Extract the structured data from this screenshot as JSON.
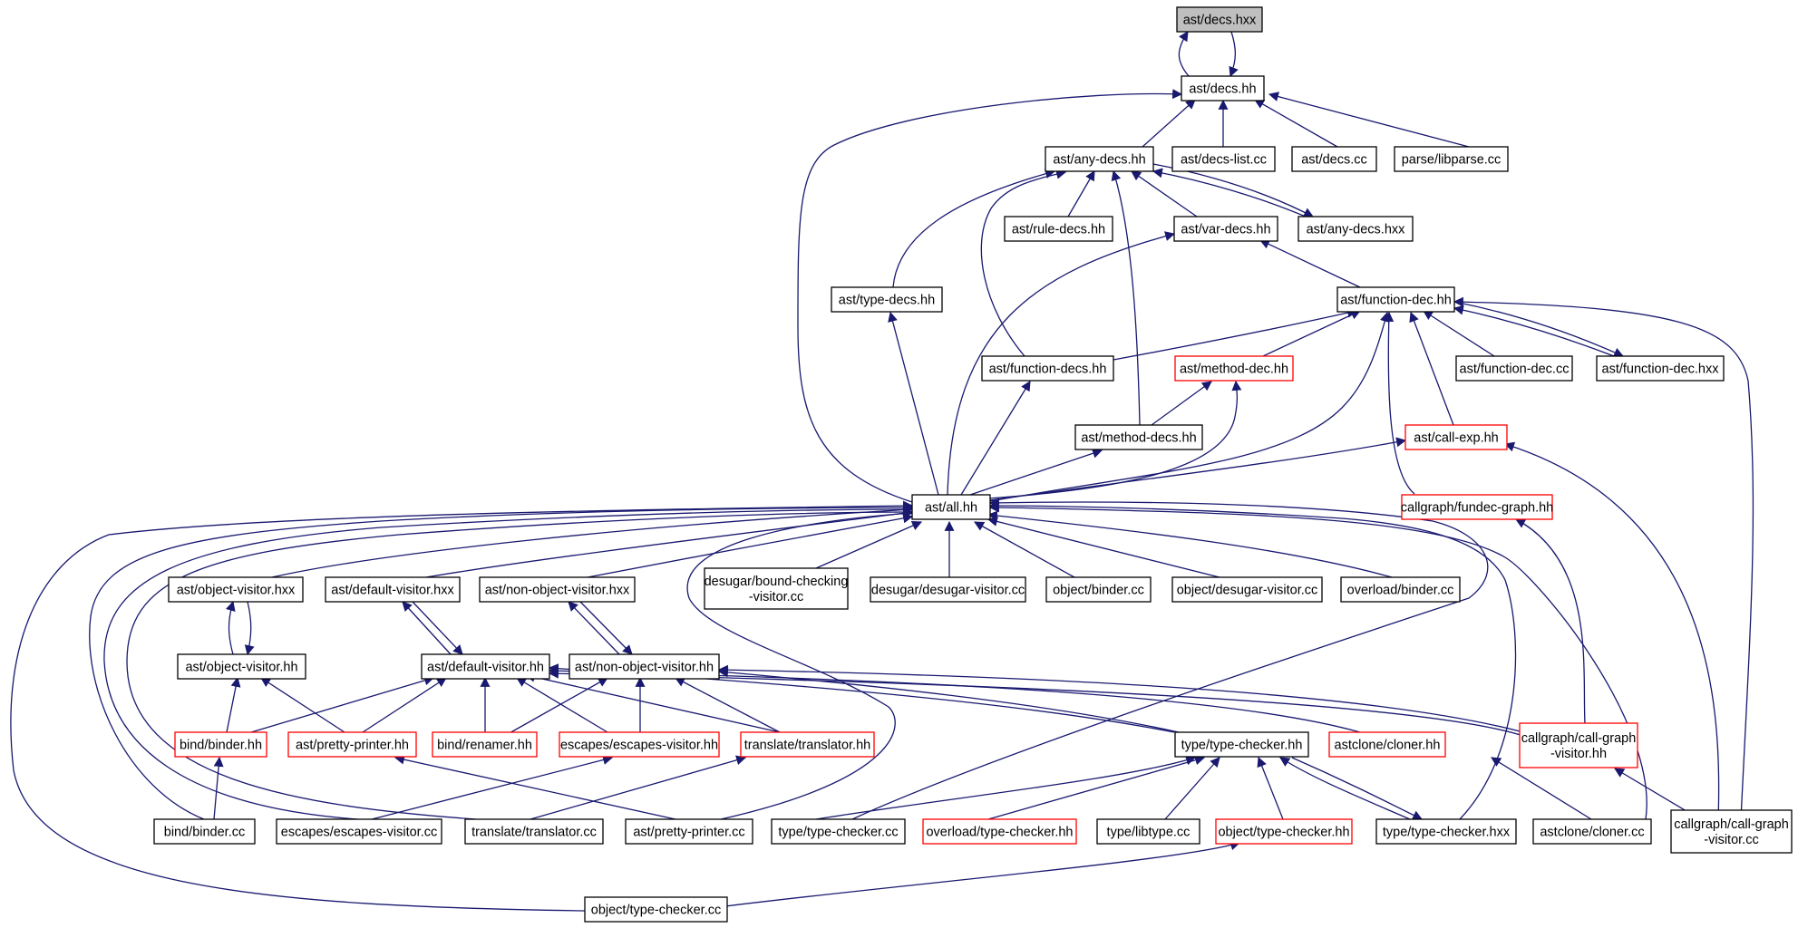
{
  "diagram": {
    "title": "",
    "colors": {
      "edge": "#191970",
      "normal_border": "#000000",
      "incomplete_border": "#ff0000",
      "root_fill": "#bfbfbf"
    },
    "nodes": [
      {
        "id": "n0",
        "label": [
          "ast/decs.hxx"
        ],
        "style": "root"
      },
      {
        "id": "n1",
        "label": [
          "ast/decs.hh"
        ]
      },
      {
        "id": "n2",
        "label": [
          "ast/any-decs.hh"
        ]
      },
      {
        "id": "n3",
        "label": [
          "ast/decs-list.cc"
        ]
      },
      {
        "id": "n4",
        "label": [
          "ast/decs.cc"
        ]
      },
      {
        "id": "n5",
        "label": [
          "parse/libparse.cc"
        ]
      },
      {
        "id": "n6",
        "label": [
          "ast/rule-decs.hh"
        ]
      },
      {
        "id": "n7",
        "label": [
          "ast/var-decs.hh"
        ]
      },
      {
        "id": "n8",
        "label": [
          "ast/any-decs.hxx"
        ]
      },
      {
        "id": "n9",
        "label": [
          "ast/type-decs.hh"
        ]
      },
      {
        "id": "n10",
        "label": [
          "ast/function-dec.hh"
        ]
      },
      {
        "id": "n11",
        "label": [
          "ast/function-decs.hh"
        ]
      },
      {
        "id": "n12",
        "label": [
          "ast/method-dec.hh"
        ],
        "style": "red"
      },
      {
        "id": "n13",
        "label": [
          "ast/function-dec.cc"
        ]
      },
      {
        "id": "n14",
        "label": [
          "ast/function-dec.hxx"
        ]
      },
      {
        "id": "n15",
        "label": [
          "ast/method-decs.hh"
        ]
      },
      {
        "id": "n16",
        "label": [
          "ast/call-exp.hh"
        ],
        "style": "red"
      },
      {
        "id": "n17",
        "label": [
          "ast/all.hh"
        ]
      },
      {
        "id": "n18",
        "label": [
          "callgraph/fundec-graph.hh"
        ],
        "style": "red"
      },
      {
        "id": "n19",
        "label": [
          "ast/object-visitor.hxx"
        ]
      },
      {
        "id": "n20",
        "label": [
          "ast/default-visitor.hxx"
        ]
      },
      {
        "id": "n21",
        "label": [
          "ast/non-object-visitor.hxx"
        ]
      },
      {
        "id": "n22",
        "label": [
          "desugar/bound-checking",
          "-visitor.cc"
        ]
      },
      {
        "id": "n23",
        "label": [
          "desugar/desugar-visitor.cc"
        ]
      },
      {
        "id": "n24",
        "label": [
          "object/binder.cc"
        ]
      },
      {
        "id": "n25",
        "label": [
          "object/desugar-visitor.cc"
        ]
      },
      {
        "id": "n26",
        "label": [
          "overload/binder.cc"
        ]
      },
      {
        "id": "n27",
        "label": [
          "ast/object-visitor.hh"
        ]
      },
      {
        "id": "n28",
        "label": [
          "ast/default-visitor.hh"
        ]
      },
      {
        "id": "n29",
        "label": [
          "ast/non-object-visitor.hh"
        ]
      },
      {
        "id": "n30",
        "label": [
          "bind/binder.hh"
        ],
        "style": "red"
      },
      {
        "id": "n31",
        "label": [
          "ast/pretty-printer.hh"
        ],
        "style": "red"
      },
      {
        "id": "n32",
        "label": [
          "bind/renamer.hh"
        ],
        "style": "red"
      },
      {
        "id": "n33",
        "label": [
          "escapes/escapes-visitor.hh"
        ],
        "style": "red"
      },
      {
        "id": "n34",
        "label": [
          "translate/translator.hh"
        ],
        "style": "red"
      },
      {
        "id": "n35",
        "label": [
          "type/type-checker.hh"
        ]
      },
      {
        "id": "n36",
        "label": [
          "astclone/cloner.hh"
        ],
        "style": "red"
      },
      {
        "id": "n37",
        "label": [
          "callgraph/call-graph",
          "-visitor.hh"
        ],
        "style": "red"
      },
      {
        "id": "n38",
        "label": [
          "bind/binder.cc"
        ]
      },
      {
        "id": "n39",
        "label": [
          "escapes/escapes-visitor.cc"
        ]
      },
      {
        "id": "n40",
        "label": [
          "translate/translator.cc"
        ]
      },
      {
        "id": "n41",
        "label": [
          "ast/pretty-printer.cc"
        ]
      },
      {
        "id": "n42",
        "label": [
          "type/type-checker.cc"
        ]
      },
      {
        "id": "n43",
        "label": [
          "overload/type-checker.hh"
        ],
        "style": "red"
      },
      {
        "id": "n44",
        "label": [
          "type/libtype.cc"
        ]
      },
      {
        "id": "n45",
        "label": [
          "object/type-checker.hh"
        ],
        "style": "red"
      },
      {
        "id": "n46",
        "label": [
          "type/type-checker.hxx"
        ]
      },
      {
        "id": "n47",
        "label": [
          "astclone/cloner.cc"
        ]
      },
      {
        "id": "n48",
        "label": [
          "callgraph/call-graph",
          "-visitor.cc"
        ]
      },
      {
        "id": "n49",
        "label": [
          "object/type-checker.cc"
        ]
      }
    ]
  }
}
